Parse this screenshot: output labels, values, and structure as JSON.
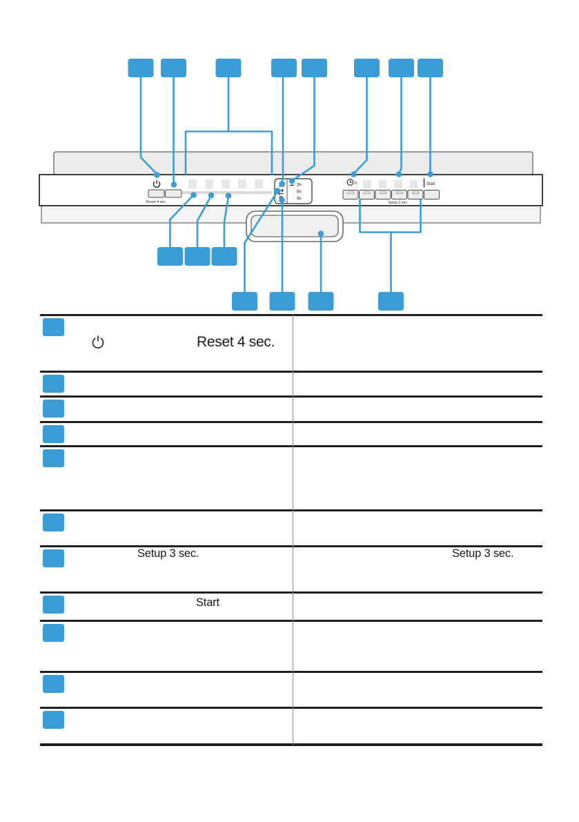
{
  "colors": {
    "accent": "#3B9CD6"
  },
  "panel": {
    "reset_label": "Reset 4 sec.",
    "setup_label": "Setup 3 sec.",
    "start_label": "Start",
    "timer_hour_label": "h.",
    "timer_options": [
      "3h",
      "6h",
      "9h"
    ]
  },
  "legend": {
    "row1_label": "Reset 4 sec.",
    "row7_left_label": "Setup 3 sec.",
    "row7_right_label": "Setup 3 sec.",
    "row8_label": "Start"
  }
}
